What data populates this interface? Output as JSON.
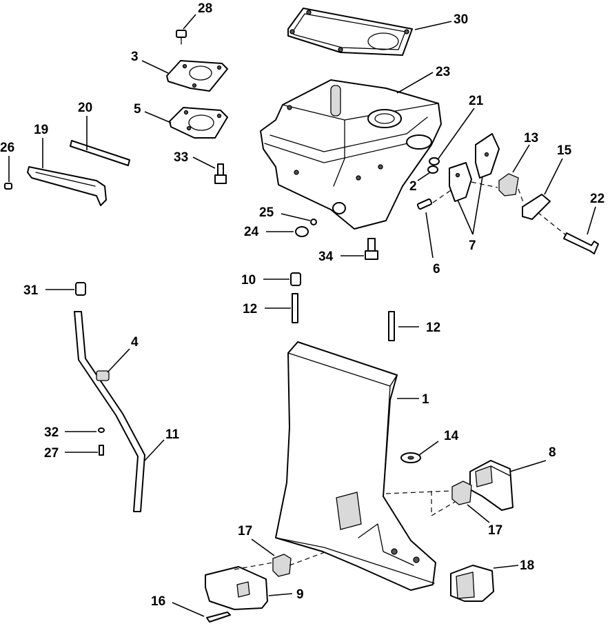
{
  "callouts": [
    {
      "id": "c28",
      "label": "28"
    },
    {
      "id": "c30",
      "label": "30"
    },
    {
      "id": "c3",
      "label": "3"
    },
    {
      "id": "c23",
      "label": "23"
    },
    {
      "id": "c20",
      "label": "20"
    },
    {
      "id": "c5",
      "label": "5"
    },
    {
      "id": "c21",
      "label": "21"
    },
    {
      "id": "c19",
      "label": "19"
    },
    {
      "id": "c26",
      "label": "26"
    },
    {
      "id": "c33",
      "label": "33"
    },
    {
      "id": "c13",
      "label": "13"
    },
    {
      "id": "c15",
      "label": "15"
    },
    {
      "id": "c2",
      "label": "2"
    },
    {
      "id": "c22",
      "label": "22"
    },
    {
      "id": "c25",
      "label": "25"
    },
    {
      "id": "c24",
      "label": "24"
    },
    {
      "id": "c7",
      "label": "7"
    },
    {
      "id": "c34",
      "label": "34"
    },
    {
      "id": "c6",
      "label": "6"
    },
    {
      "id": "c10",
      "label": "10"
    },
    {
      "id": "c31",
      "label": "31"
    },
    {
      "id": "c12a",
      "label": "12"
    },
    {
      "id": "c12b",
      "label": "12"
    },
    {
      "id": "c4",
      "label": "4"
    },
    {
      "id": "c1",
      "label": "1"
    },
    {
      "id": "c32",
      "label": "32"
    },
    {
      "id": "c11",
      "label": "11"
    },
    {
      "id": "c14",
      "label": "14"
    },
    {
      "id": "c27",
      "label": "27"
    },
    {
      "id": "c8",
      "label": "8"
    },
    {
      "id": "c17a",
      "label": "17"
    },
    {
      "id": "c17b",
      "label": "17"
    },
    {
      "id": "c18",
      "label": "18"
    },
    {
      "id": "c9",
      "label": "9"
    },
    {
      "id": "c16",
      "label": "16"
    }
  ]
}
